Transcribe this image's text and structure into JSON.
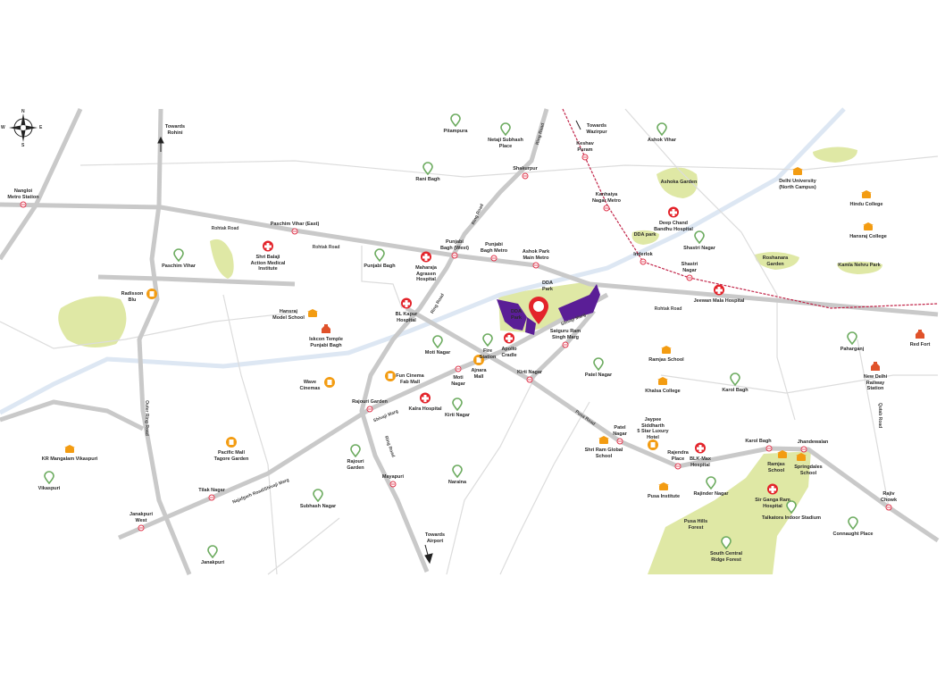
{
  "compass": {
    "n": "N",
    "e": "E",
    "s": "S",
    "w": "W"
  },
  "colors": {
    "road": "#c9c9c9",
    "drain": "#dde7f3",
    "park": "#dfe8a5",
    "metro": "#e0334a",
    "locality": "#6cab5f",
    "hospital": "#e3242b",
    "school": "#f39c12",
    "project": "#5a1e96",
    "rail": "#c2264a"
  },
  "metro_stations": [
    "Nangloi\nMetro Station",
    "Paschim Vihar (East)",
    "Punjabi\nBagh (West)",
    "Punjabi\nBagh Metro",
    "Ashok Park\nMain Metro",
    "Shakurpur",
    "Keshav\nPuram",
    "Kanhaiya\nNagar Metro",
    "Inderlok",
    "Shastri\nNagar",
    "Moti\nNagar",
    "Kirti Nagar",
    "Satguru Ram\nSingh Marg",
    "Rajouri Garden",
    "Mayapuri",
    "Janakpuri\nWest",
    "Tilak Nagar",
    "Patel\nNagar",
    "Rajendra\nPlace",
    "Karol Bagh",
    "Jhandewalan",
    "Rajiv\nChowk"
  ],
  "localities": [
    "Pitampura",
    "Netaji Subhash\nPlace",
    "Rani Bagh",
    "Ashok Vihar",
    "Paschim Vihar",
    "Punjabi Bagh",
    "Shastri Nagar",
    "Moti Nagar",
    "Fire\nStation",
    "Patel Nagar",
    "Karol Bagh",
    "Kirti Nagar",
    "Rajouri\nGarden",
    "Naraina",
    "Subhash Nagar",
    "Vikaspuri",
    "Janakpuri",
    "Rajinder Nagar",
    "Talkatora Indoor Stadium",
    "Connaught Place",
    "Paharganj",
    "South Central\nRidge Forest"
  ],
  "hospitals": [
    "Shri Balaji\nAction Medical\nInstitute",
    "Maharaja\nAgrasen\nHospital",
    "BL Kapur\nHospital",
    "Deep Chand\nBandhu Hospital",
    "Jeewan Mala Hospital",
    "Apollo\nCradle",
    "Kalra Hospital",
    "BLK-Max\nHospital",
    "Sir Ganga Ram\nHospital"
  ],
  "schools": [
    "Hansraj\nModel School",
    "KR Mangalam Vikaspuri",
    "Delhi University\n(North Campus)",
    "Hindu College",
    "Hansraj College",
    "Ramjas School",
    "Khalsa College",
    "Shri Ram Global\nSchool",
    "Pusa Institute",
    "Ramjas\nSchool",
    "Springdales\nSchool"
  ],
  "malls": [
    "Radisson\nBlu",
    "Pacific Mall\nTagore Garden",
    "Wave\nCinemas",
    "Fun Cinema\nFab Mall",
    "Ajnara\nMall",
    "Jaypee\nSiddharth\n5 Star Luxury\nHotel"
  ],
  "landmarks": [
    "Iskcon Temple\nPunjabi Bagh",
    "Red Fort",
    "New Delhi\nRailway\nStation"
  ],
  "parks": [
    "Ashoka Garden",
    "DDA park",
    "Roshanara\nGarden",
    "Kamla Nehru Park",
    "DDA\nPark",
    "DDA\nPark",
    "Pusa Hills\nForest"
  ],
  "roads": [
    "Rohtak Road",
    "Rohtak Road",
    "Rohtak Road",
    "Ring Road",
    "Ring Road",
    "Ring Road",
    "Ring Road",
    "Outer Ring Road",
    "Najafgarh Road/Shivaji Marg",
    "Shivaji Marg",
    "Shivaji Marg",
    "Pusa Road",
    "Qutab Road"
  ],
  "directions": [
    "Towards\nRohini",
    "Towards\nWazirpur",
    "Towards\nAirport"
  ]
}
